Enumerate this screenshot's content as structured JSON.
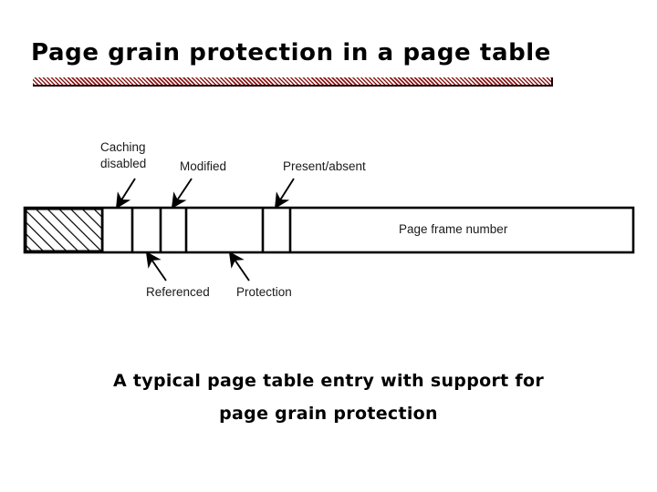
{
  "slide": {
    "title": "Page grain protection in a page table",
    "accent_color": "#8c1818",
    "background_color": "#ffffff",
    "text_color": "#000000"
  },
  "diagram": {
    "name": "page-table-entry-diagram",
    "top_labels": [
      {
        "id": "caching-disabled",
        "line1": "Caching",
        "line2": "disabled"
      },
      {
        "id": "modified",
        "line1": "Modified"
      },
      {
        "id": "present-absent",
        "line1": "Present/absent"
      }
    ],
    "bottom_labels": [
      {
        "id": "referenced",
        "text": "Referenced"
      },
      {
        "id": "protection",
        "text": "Protection"
      }
    ],
    "field_label": "Page frame number",
    "hatched_field": true
  },
  "caption": {
    "line1": "A typical page table entry with support for",
    "line2": "page grain protection"
  }
}
